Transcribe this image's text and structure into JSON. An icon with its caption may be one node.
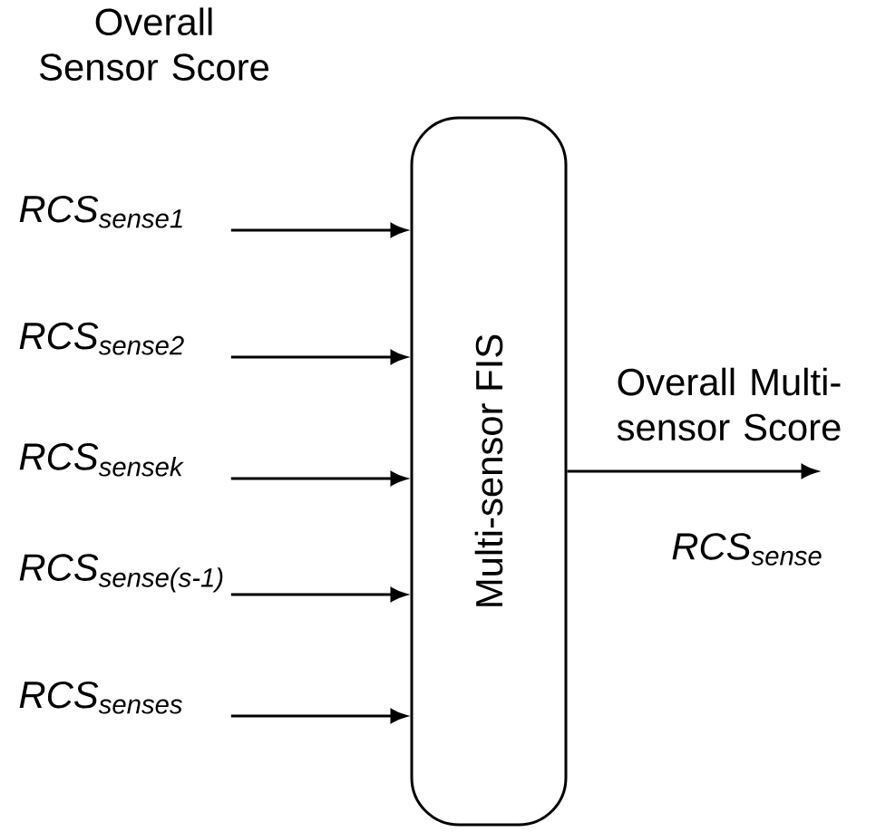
{
  "diagram": {
    "title": "Overall Sensor Score",
    "nodes": [
      {
        "text": [
          "Multi-sensor FIS"
        ]
      },
      {
        "text": [
          "RCS$_{sense1}$"
        ]
      },
      {
        "text": [
          "RCS$_{sense2}$"
        ]
      },
      {
        "text": [
          "RCS$_{sensek}$"
        ]
      },
      {
        "text": [
          "RCS$_{sense(s-1)}$"
        ]
      },
      {
        "text": [
          "RCS$_{senses}$"
        ]
      }
    ],
    "edges": [
      {
        "from": 1,
        "to": 0,
        "arrow": "to"
      },
      {
        "from": 2,
        "to": 0,
        "arrow": "to"
      },
      {
        "from": 3,
        "to": 0,
        "arrow": "to"
      },
      {
        "from": 4,
        "to": 0,
        "arrow": "to"
      },
      {
        "from": 5,
        "to": 0,
        "arrow": "to"
      },
      {
        "from": 0,
        "to": null,
        "arrow": "to",
        "label": "Overall Multi-sensor Score"
      }
    ],
    "labels": [
      "RCS$_{sense}$"
    ]
  }
}
